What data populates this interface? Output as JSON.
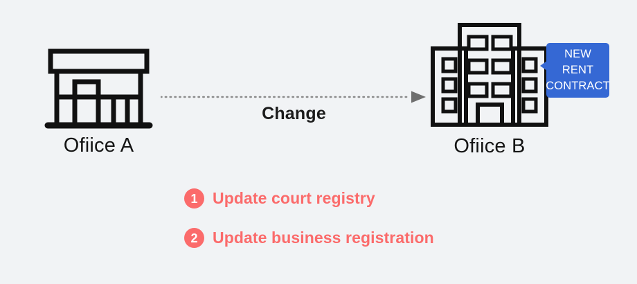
{
  "background_color": "#f1f3f5",
  "accent_colors": {
    "badge_blue": "#3568d4",
    "step_coral": "#fb6b6b",
    "icon_black": "#111111",
    "arrow_gray": "#808080",
    "label_dark": "#141414"
  },
  "nodes": {
    "source": {
      "label": "Ofiice A",
      "icon": "storefront-icon"
    },
    "target": {
      "label": "Ofiice B",
      "icon": "office-building-icon"
    }
  },
  "connector": {
    "label": "Change",
    "style": "dotted-arrow-right",
    "icon": "arrow-right-icon"
  },
  "callout": {
    "lines": [
      "NEW",
      "RENT",
      "CONTRACT"
    ],
    "line1": "NEW",
    "line2": "RENT",
    "line3": "CONTRACT",
    "color": "#3568d4"
  },
  "steps": [
    {
      "number": "1",
      "text": "Update court registry"
    },
    {
      "number": "2",
      "text": "Update business registration"
    }
  ]
}
